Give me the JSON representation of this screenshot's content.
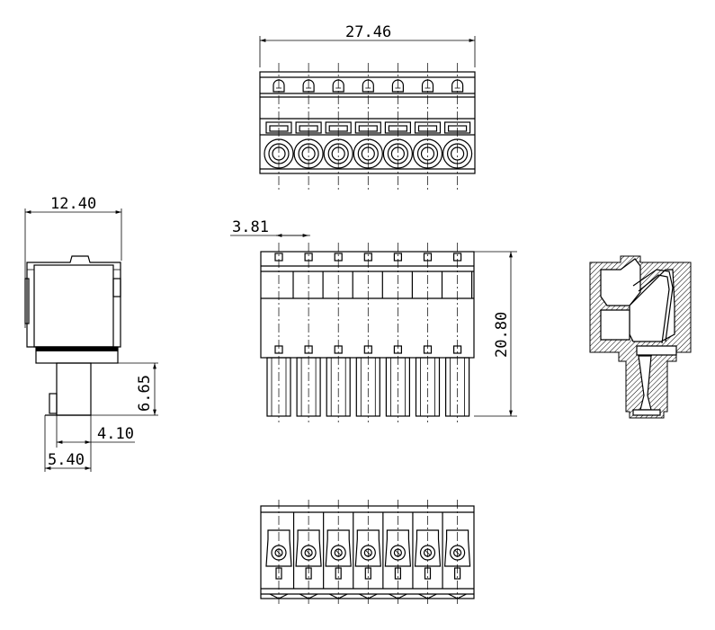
{
  "dimensions": {
    "top_width": "27.46",
    "side_width": "12.40",
    "pitch": "3.81",
    "height": "20.80",
    "pin_length": "6.65",
    "offset_a": "4.10",
    "offset_b": "5.40"
  },
  "pin_count": 7
}
